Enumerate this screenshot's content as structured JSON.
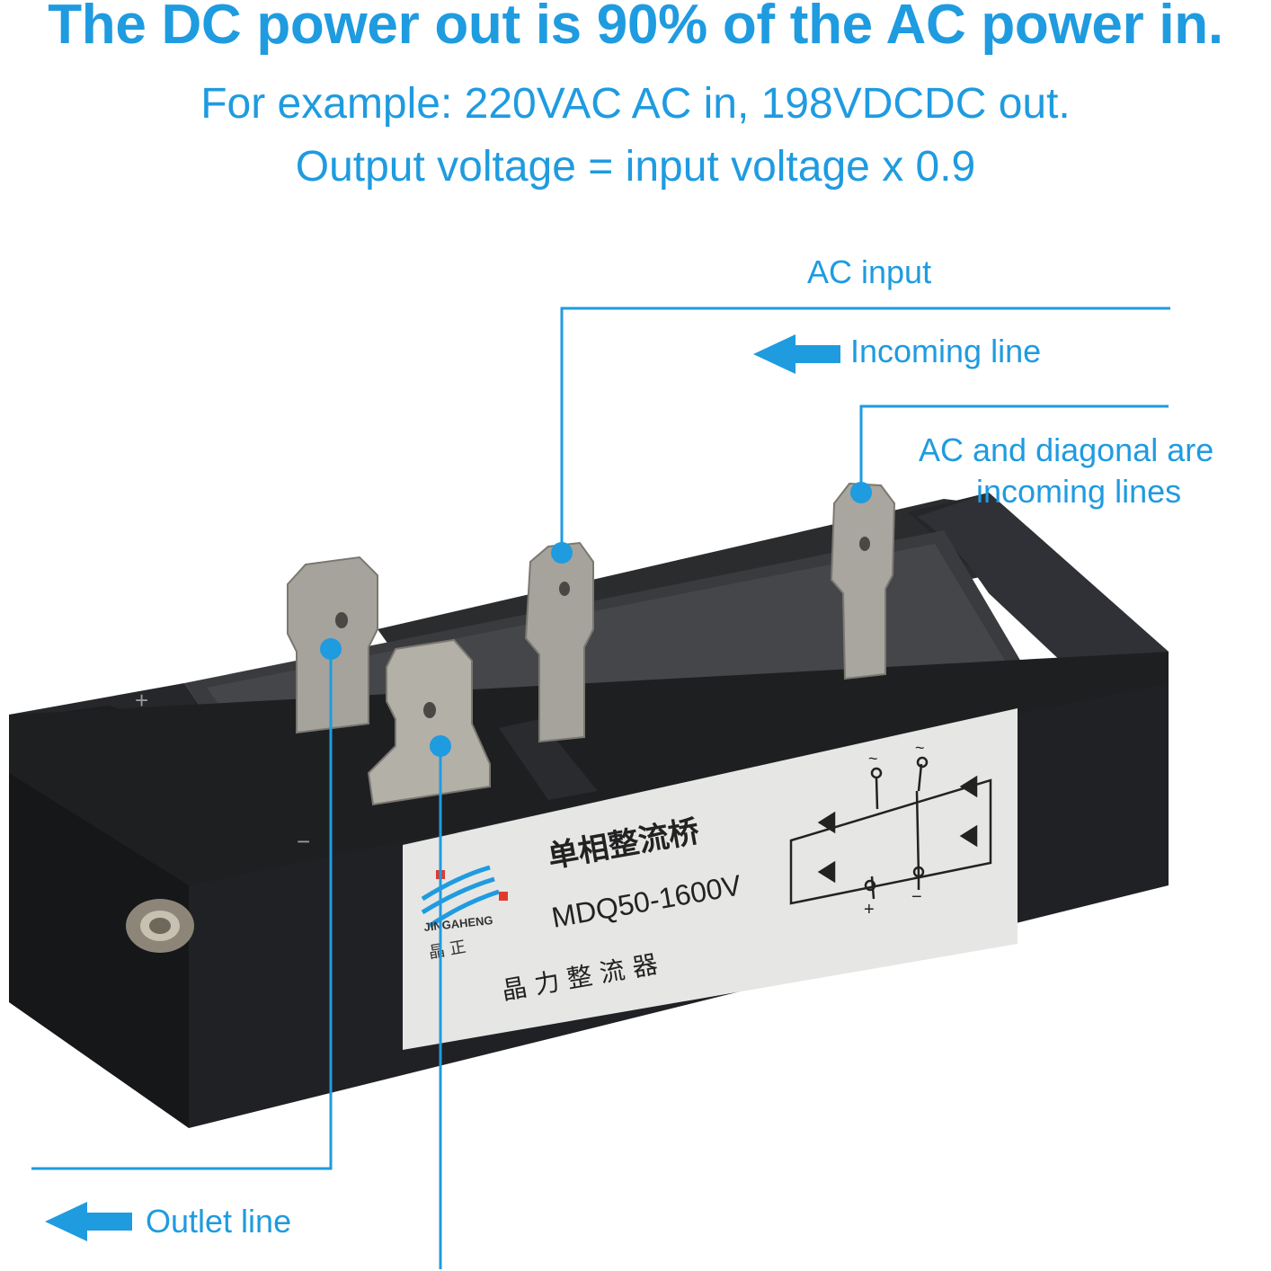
{
  "headline": {
    "line1": "The DC power out is 90% of the AC power in.",
    "line2": "For example: 220VAC AC in, 198VDCDC out.",
    "line3": "Output voltage = input voltage x 0.9"
  },
  "callouts": {
    "ac_input": "AC input",
    "incoming_line": "Incoming line",
    "diagonal_line1": "AC and diagonal are",
    "diagonal_line2": "incoming lines",
    "outlet_line": "Outlet line"
  },
  "device_label": {
    "brand": "JINGAHENG",
    "brand_cn": "晶 正",
    "title_cn": "单相整流桥",
    "model": "MDQ50-1600V",
    "maker_cn": "晶 力 整 流 器",
    "plus_mark": "+",
    "minus_mark": "−",
    "tilde_mark": "~"
  },
  "colors": {
    "accent": "#1f9be0",
    "body": "#1e1f21",
    "terminal": "#a6a39c",
    "label_bg": "#e6e6e4"
  }
}
